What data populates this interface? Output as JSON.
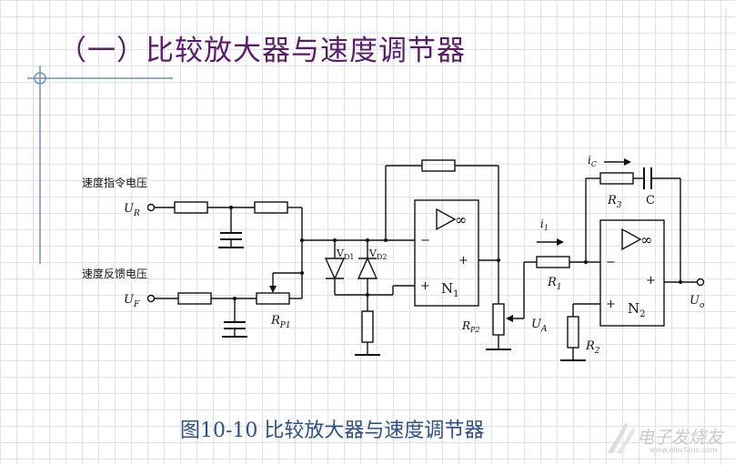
{
  "slide": {
    "title": "（一）比较放大器与速度调节器",
    "caption": "图10-10  比较放大器与速度调节器"
  },
  "circuit": {
    "speed_command_label": "速度指令电压",
    "speed_feedback_label": "速度反馈电压",
    "ur": {
      "main": "U",
      "sub": "R"
    },
    "uf": {
      "main": "U",
      "sub": "F"
    },
    "rp1": {
      "main": "R",
      "sub": "P1"
    },
    "vd1": {
      "main": "V",
      "sub": "D1"
    },
    "vd2": {
      "main": "V",
      "sub": "D2"
    },
    "n1": {
      "main": "N",
      "sub": "1"
    },
    "rp2": {
      "main": "R",
      "sub": "P2"
    },
    "ua": {
      "main": "U",
      "sub": "A"
    },
    "i1": {
      "main": "i",
      "sub": "1"
    },
    "r1": {
      "main": "R",
      "sub": "1"
    },
    "ic": {
      "main": "i",
      "sub": "C"
    },
    "r3": {
      "main": "R",
      "sub": "3"
    },
    "c": "C",
    "n2": {
      "main": "N",
      "sub": "2"
    },
    "r2": {
      "main": "R",
      "sub": "2"
    },
    "uo": {
      "main": "U",
      "sub": "o"
    },
    "inf": "∞",
    "minus": "−",
    "plus": "+"
  },
  "watermark": {
    "text": "电子发烧友",
    "url": "www.elecfans.com",
    "icon": "ef-logo-icon"
  },
  "colors": {
    "title": "#5b1a6b",
    "caption": "#2d4f8a",
    "accent_line": "#6f8fc4",
    "grid": "#dde2ec"
  }
}
